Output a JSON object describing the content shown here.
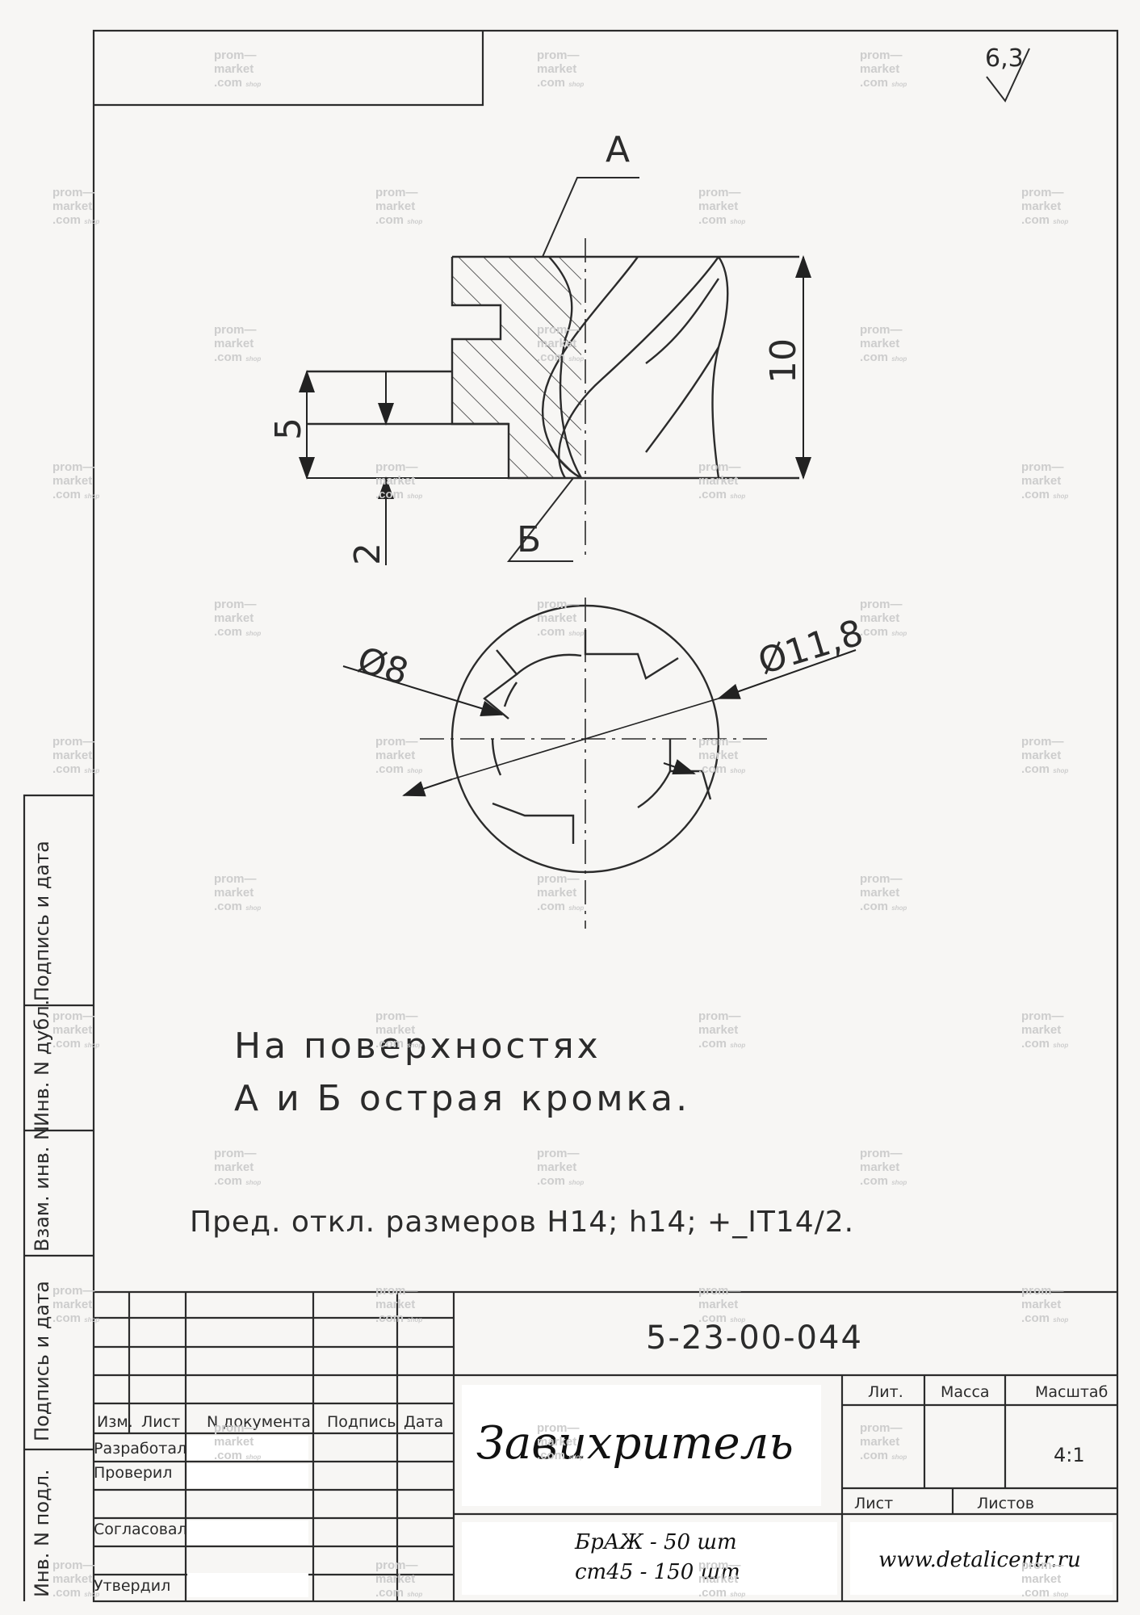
{
  "roughness": "6,3",
  "section_labels": {
    "a": "А",
    "b": "Б"
  },
  "dimensions": {
    "height_total": "10",
    "height_step": "5",
    "depth": "2",
    "inner_diameter": "Ø8",
    "outer_diameter": "Ø11,8"
  },
  "notes": {
    "line1": "На поверхностях",
    "line2": "А и Б острая кромка."
  },
  "tolerance_note": "Пред. откл. размеров Н14; h14; +_IT14/2.",
  "left_margin_labels": [
    "Инв. N подл.",
    "Подпись и дата",
    "Взам. инв. N",
    "Инв. N дубл.",
    "Подпись и дата"
  ],
  "title_block": {
    "designation": "5-23-00-044",
    "part_name": "Завихритель",
    "columns": [
      "Изм.",
      "Лист",
      "N документа",
      "Подпись",
      "Дата"
    ],
    "roles": [
      "Разработал",
      "Проверил",
      "Согласовал",
      "Утвердил"
    ],
    "lit_label": "Лит.",
    "mass_label": "Масса",
    "scale_label": "Масштаб",
    "scale_value": "4:1",
    "sheet_label": "Лист",
    "sheets_label": "Листов",
    "material_1": "БрАЖ - 50 шт",
    "material_2": "ст45 - 150 шт",
    "website": "www.detalicentr.ru"
  },
  "watermark": {
    "line1": "prom—",
    "line2": "market",
    "line3": ".com",
    "shop": "shop"
  }
}
